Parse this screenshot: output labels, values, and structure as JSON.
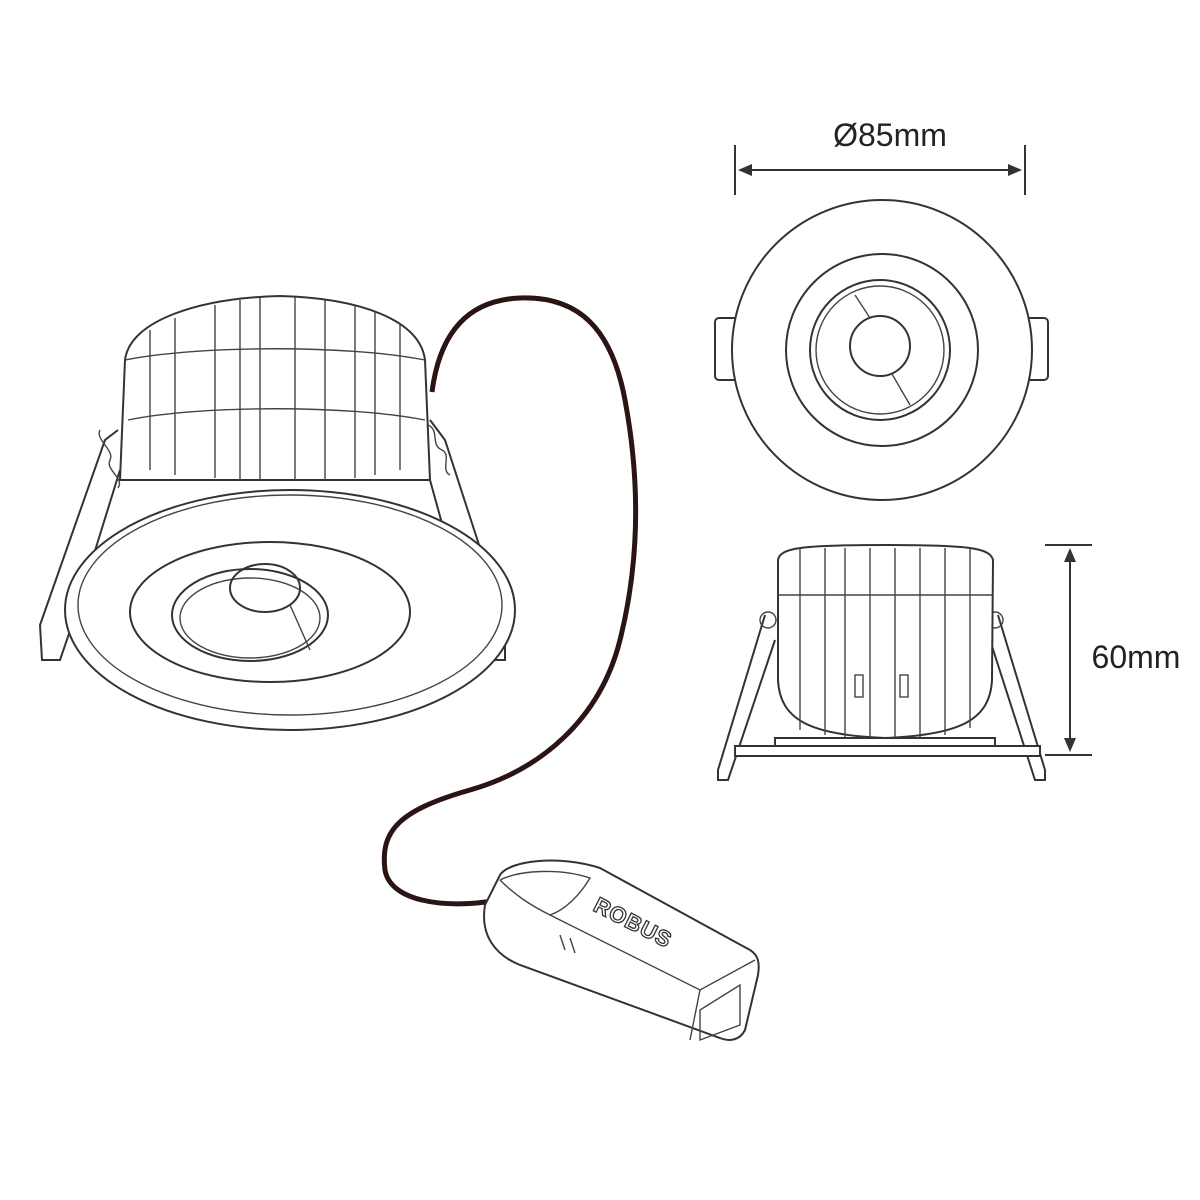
{
  "dimensions": {
    "diameter_label": "Ø85mm",
    "height_label": "60mm"
  },
  "connector": {
    "brand_label": "ROBUS"
  },
  "colors": {
    "line": "#333333",
    "cable": "#2a1414"
  }
}
